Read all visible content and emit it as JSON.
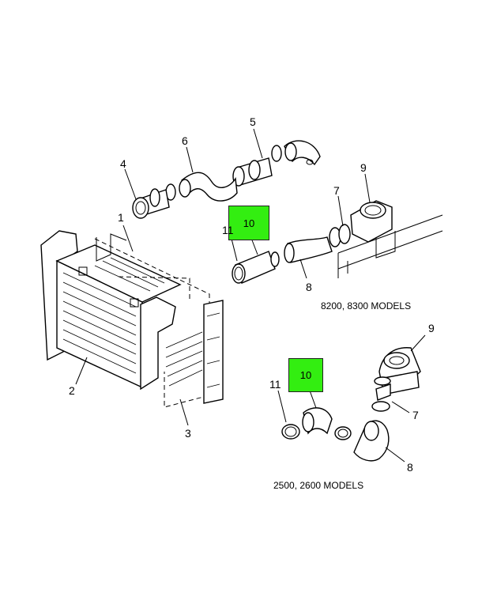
{
  "diagram": {
    "highlight_color": "#33ee11",
    "callouts": [
      "1",
      "2",
      "3",
      "4",
      "5",
      "6",
      "7",
      "8",
      "9",
      "10",
      "11"
    ],
    "upper": {
      "caption": "8200, 8300 MODELS",
      "labels": {
        "c5": "5",
        "c6": "6",
        "c4": "4",
        "c9": "9",
        "c7": "7",
        "c1": "1",
        "c10": "10",
        "c11": "11",
        "c8": "8"
      }
    },
    "lower": {
      "caption": "2500, 2600 MODELS",
      "labels": {
        "c9": "9",
        "c10": "10",
        "c11": "11",
        "c7": "7",
        "c8": "8",
        "c2": "2",
        "c3": "3"
      }
    }
  }
}
